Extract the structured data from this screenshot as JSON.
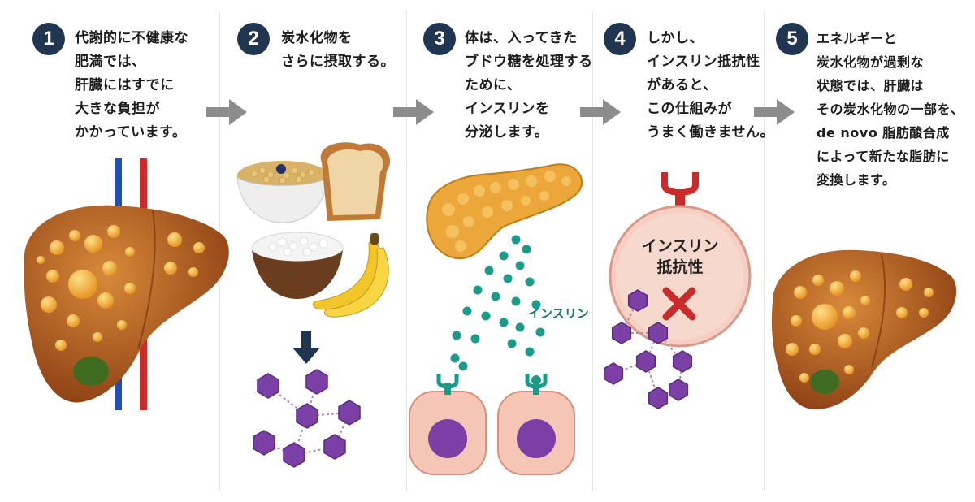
{
  "steps": [
    {
      "number": "1",
      "lines": [
        "代謝的に不健康な",
        "肥満では、",
        "肝臓にはすでに",
        "大きな負担が",
        "かかっています。"
      ]
    },
    {
      "number": "2",
      "lines": [
        "炭水化物を",
        "さらに摂取する。"
      ]
    },
    {
      "number": "3",
      "lines": [
        "体は、入ってきた",
        "ブドウ糖を処理する",
        "ために、",
        "インスリンを",
        "分泌します。"
      ]
    },
    {
      "number": "4",
      "lines": [
        "しかし、",
        "インスリン抵抗性",
        "があると、",
        "この仕組みが",
        "うまく働きません。"
      ]
    },
    {
      "number": "5",
      "lines": [
        "エネルギーと",
        "炭水化物が過剰な",
        "状態では、肝臓は",
        "その炭水化物の一部を、",
        "de novo 脂肪酸合成",
        "によって新たな脂肪に",
        "変換します。"
      ]
    }
  ],
  "labels": {
    "insulin": "インスリン",
    "insulin_resistance": [
      "インスリン",
      "抵抗性"
    ]
  },
  "colors": {
    "badge": "#1f3550",
    "liver": "#a9531e",
    "fat": "#f0a830",
    "glucose": "#7b3fa6",
    "insulin": "#1a9b8a",
    "receptor": "#cc2a2a",
    "arrow": "#8c8c8c"
  }
}
